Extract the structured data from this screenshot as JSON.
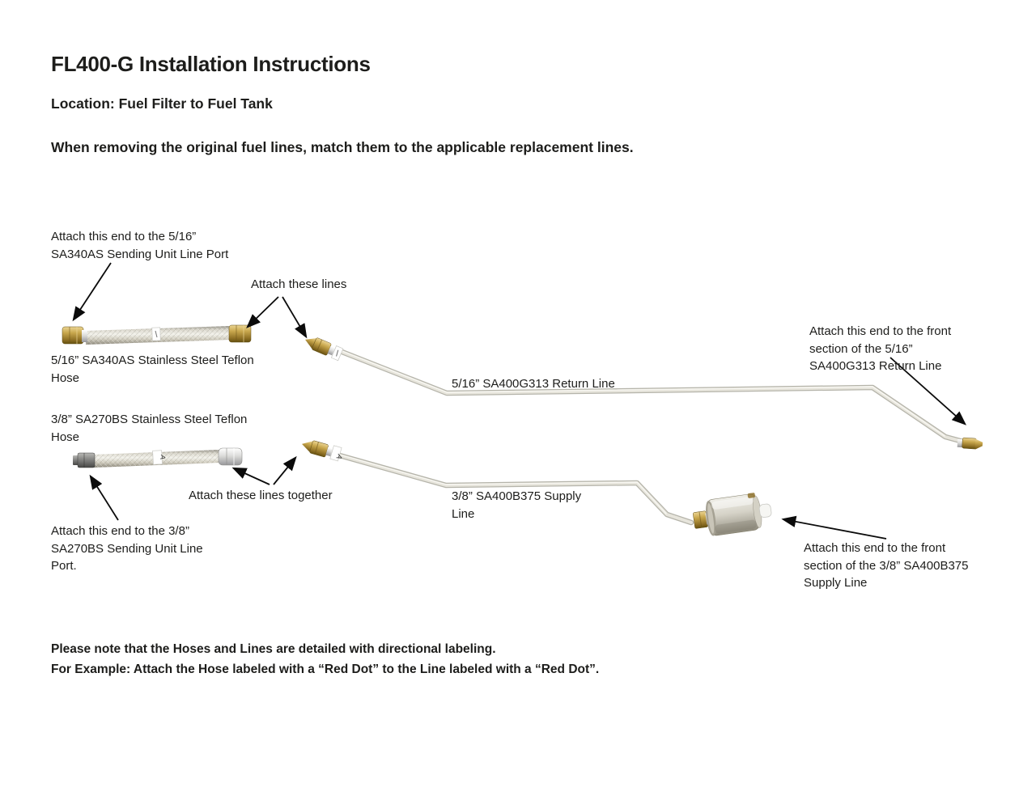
{
  "header": {
    "title": "FL400-G Installation Instructions",
    "location": "Location: Fuel Filter to Fuel Tank",
    "warning": "When removing the original fuel lines, match them to the applicable replacement lines."
  },
  "diagram": {
    "labels": {
      "attach_516_port": "Attach this end to the 5/16”\nSA340AS Sending Unit Line Port",
      "attach_these_lines": "Attach these lines",
      "hose_516": "5/16” SA340AS Stainless Steel Teflon\nHose",
      "hose_38": "3/8” SA270BS Stainless Steel Teflon\nHose",
      "attach_lines_together": "Attach these lines together",
      "attach_38_port": "Attach this end to the 3/8”\nSA270BS Sending Unit Line\nPort.",
      "return_line": "5/16” SA400G313 Return Line",
      "attach_return_front": "Attach this end to the front\nsection of the 5/16”\nSA400G313 Return Line",
      "supply_line": "3/8” SA400B375 Supply\nLine",
      "attach_supply_front": "Attach this end to the front\nsection of the 3/8” SA400B375\nSupply Line"
    },
    "tag_letter": "A"
  },
  "notes": {
    "text": "Please note that the Hoses and Lines are detailed with directional labeling.\nFor Example: Attach the Hose labeled with a “Red Dot” to the Line labeled with a “Red Dot”."
  },
  "colors": {
    "text": "#1d1d1b",
    "arrow": "#0b0b0b",
    "line_gray": "#c2c1b8",
    "line_highlight": "#f6f5ef",
    "brass": "#a8832f",
    "steel": "#c6c2b4",
    "background": "#ffffff"
  }
}
